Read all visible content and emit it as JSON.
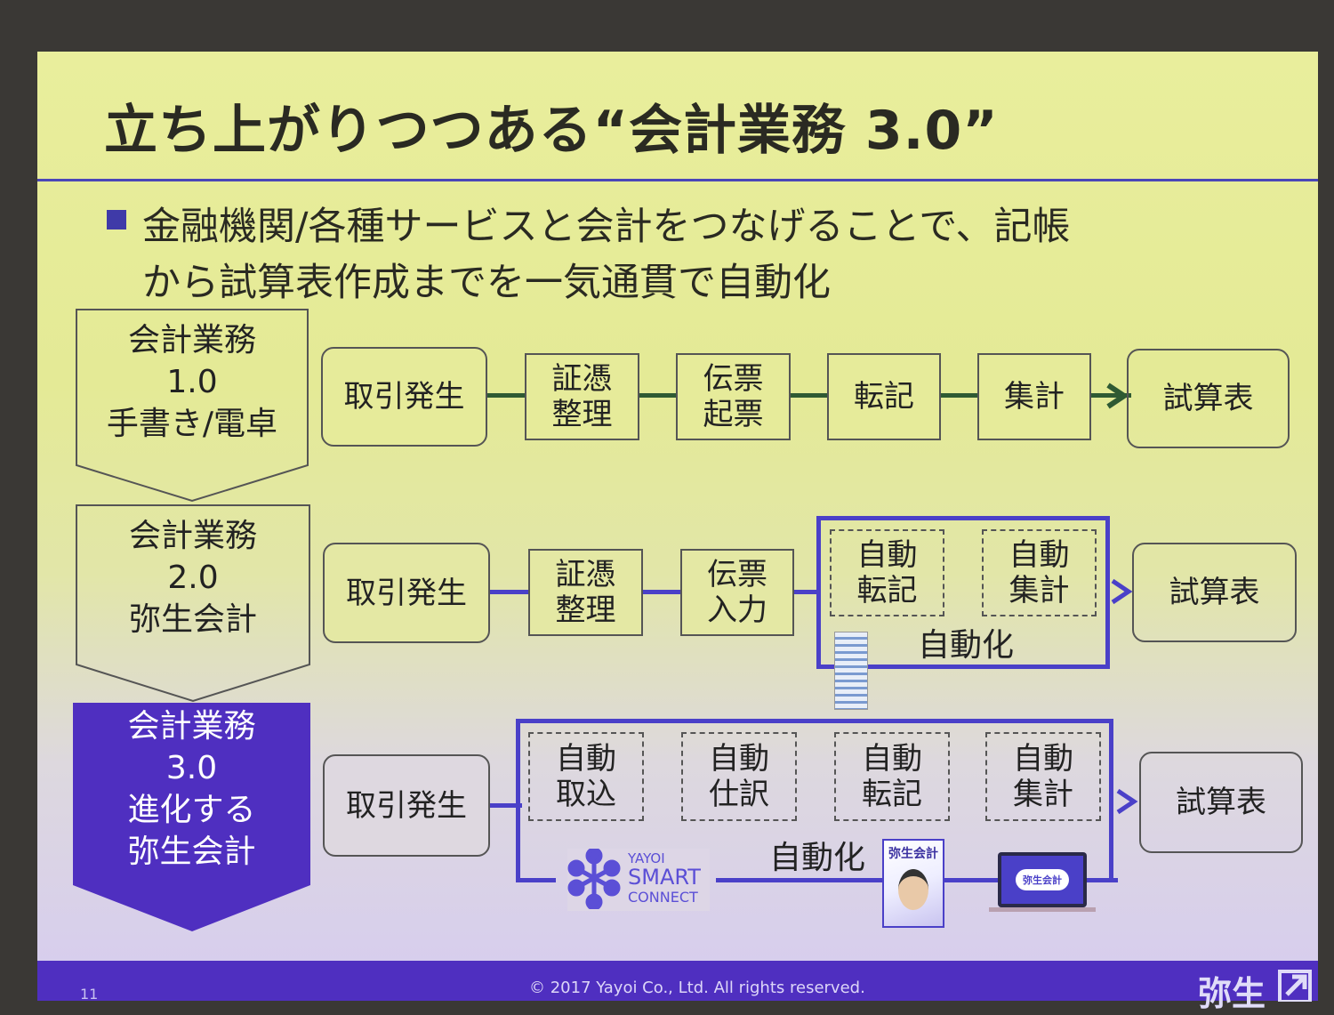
{
  "title": "立ち上がりつつある“会計業務 3.0”",
  "bullet": {
    "line1": "金融機関/各種サービスと会計をつなげることで、記帳",
    "line2": "から試算表作成までを一気通貫で自動化"
  },
  "rows": [
    {
      "stage": [
        "会計業務",
        "1.0",
        "手書き/電卓"
      ],
      "steps": [
        "取引発生",
        "証憑\n整理",
        "伝票\n起票",
        "転記",
        "集計"
      ],
      "result": "試算表"
    },
    {
      "stage": [
        "会計業務",
        "2.0",
        "弥生会計"
      ],
      "steps": [
        "取引発生",
        "証憑\n整理",
        "伝票\n入力"
      ],
      "auto": [
        "自動\n転記",
        "自動\n集計"
      ],
      "auto_label": "自動化",
      "result": "試算表"
    },
    {
      "stage": [
        "会計業務",
        "3.0",
        "進化する",
        "弥生会計"
      ],
      "steps": [
        "取引発生"
      ],
      "auto": [
        "自動\n取込",
        "自動\n仕訳",
        "自動\n転記",
        "自動\n集計"
      ],
      "auto_label": "自動化",
      "result": "試算表"
    }
  ],
  "logos": {
    "ysc": [
      "YAYOI",
      "SMART",
      "CONNECT"
    ],
    "box_product": "弥生会計",
    "cloud_product": "弥生会計",
    "box_brand": "弥生"
  },
  "footer": {
    "copyright": "© 2017 Yayoi Co., Ltd.  All rights reserved.",
    "page": "11",
    "brand": "弥生"
  },
  "colors": {
    "accent": "#4a40c8",
    "stage3": "#4f2fc0",
    "connector1": "#2f5a33"
  }
}
